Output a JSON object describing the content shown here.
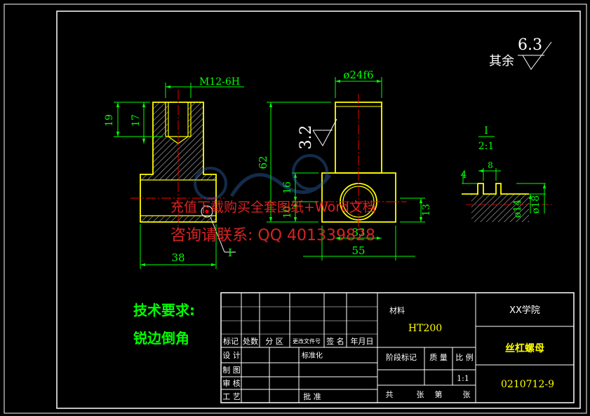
{
  "drawing": {
    "title_block": {
      "material_label": "材料",
      "material": "HT200",
      "school": "XX学院",
      "part_name": "丝杠螺母",
      "drawing_no": "0210712-9",
      "scale": "1:1",
      "stage_mark": "阶段标记",
      "mass": "质 量",
      "ratio": "比 例",
      "row_labels": [
        "标记",
        "处数",
        "分 区",
        "更改文件号",
        "签 名",
        "年月日"
      ],
      "sign_labels": [
        "设 计",
        "标准化",
        "制 图",
        "审 核",
        "工 艺",
        "批 准"
      ],
      "sheets": [
        "共",
        "张",
        "第",
        "张"
      ]
    },
    "notes": {
      "tech_title": "技术要求:",
      "tech_item": "锐边倒角",
      "other_roughness_label": "其余",
      "other_roughness": "6.3",
      "bore_roughness": "3.2"
    },
    "dimensions": {
      "thread": "M12-6H",
      "d19": "19",
      "d17": "17",
      "d38": "38",
      "d24f6": "ø24f6",
      "d62": "62",
      "d16": "16",
      "d10": "10",
      "d13": "13",
      "d33": "33",
      "d55": "55",
      "detail_i": "I",
      "detail_scale": "2:1",
      "d4": "4",
      "d8": "8",
      "d14": "ø14",
      "d18": "ø18",
      "section_mark": "I"
    },
    "watermark": {
      "line1": "充值下载购买全套图纸+Word文档",
      "line2": "咨询请联系: QQ 401339828"
    },
    "colors": {
      "frame": "#ffffff",
      "outline": "#ffff00",
      "dimension": "#00ff00",
      "center": "#ff0000",
      "hatch": "#ffffff",
      "text": "#ffffff",
      "watermark": "#ff2a2a",
      "title": "#00ff00"
    }
  }
}
